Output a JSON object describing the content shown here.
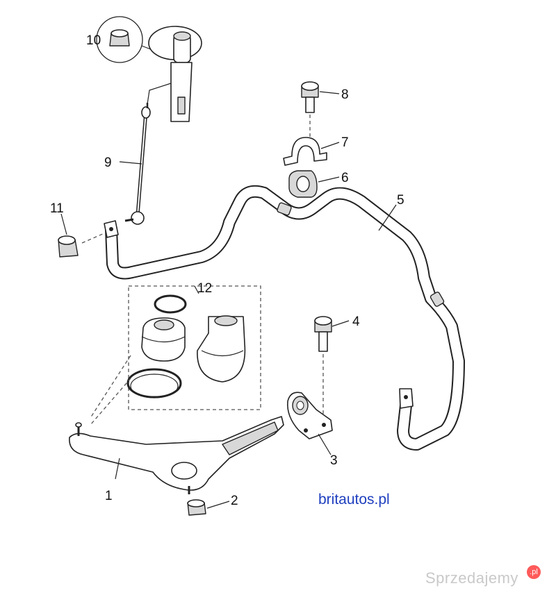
{
  "callouts": [
    {
      "id": "1",
      "label": "1"
    },
    {
      "id": "2",
      "label": "2"
    },
    {
      "id": "3",
      "label": "3"
    },
    {
      "id": "4",
      "label": "4"
    },
    {
      "id": "5",
      "label": "5"
    },
    {
      "id": "6",
      "label": "6"
    },
    {
      "id": "7",
      "label": "7"
    },
    {
      "id": "8",
      "label": "8"
    },
    {
      "id": "9",
      "label": "9"
    },
    {
      "id": "10",
      "label": "10"
    },
    {
      "id": "11",
      "label": "11"
    },
    {
      "id": "12",
      "label": "12"
    }
  ],
  "brand_text": "britautos.pl",
  "watermark": {
    "text": "Sprzedajemy",
    "badge": ".pl"
  },
  "colors": {
    "brand": "#1f3fbf",
    "line": "#222222",
    "watermark": "#c9c9c9"
  }
}
